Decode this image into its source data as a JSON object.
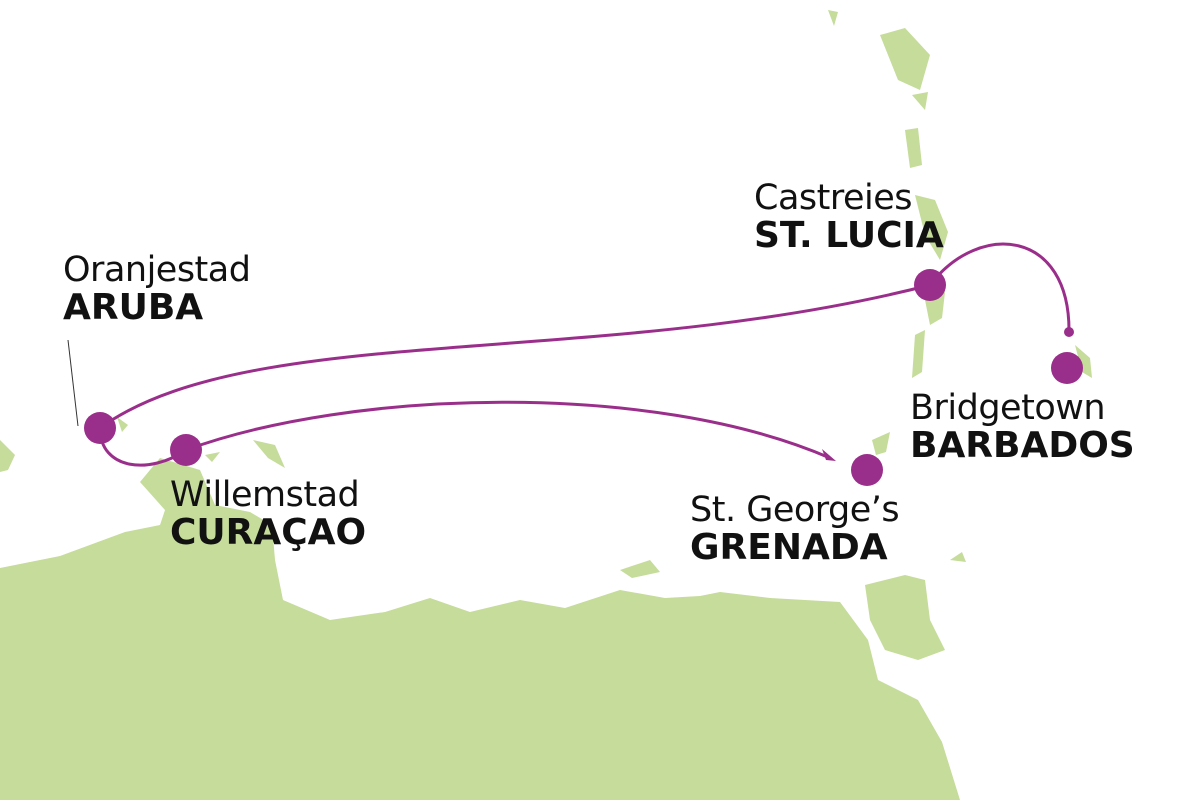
{
  "colors": {
    "land": "#c5dc9b",
    "route": "#9a2f8b",
    "stop": "#9a2f8b",
    "text": "#111111"
  },
  "stops": [
    {
      "city": "Oranjestad",
      "country": "ARUBA"
    },
    {
      "city": "Willemstad",
      "country": "CURAÇAO"
    },
    {
      "city": "St. George’s",
      "country": "GRENADA"
    },
    {
      "city": "Castreies",
      "country": "ST. LUCIA"
    },
    {
      "city": "Bridgetown",
      "country": "BARBADOS"
    }
  ]
}
